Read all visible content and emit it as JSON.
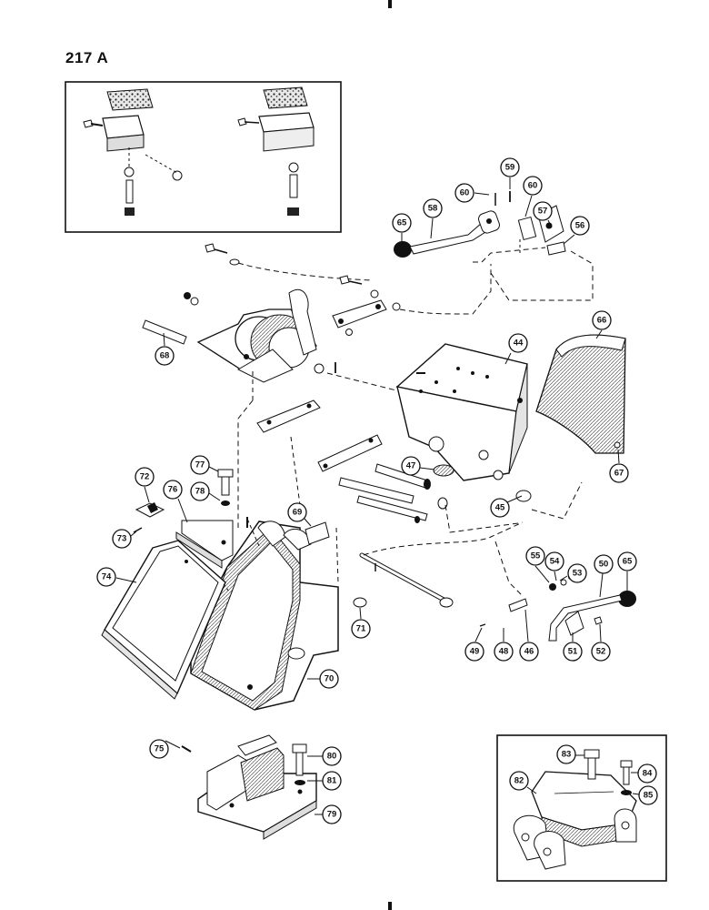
{
  "page": {
    "number": "217 A"
  },
  "callouts": {
    "c44": "44",
    "c45": "45",
    "c46": "46",
    "c47": "47",
    "c48": "48",
    "c49": "49",
    "c50": "50",
    "c51": "51",
    "c52": "52",
    "c53": "53",
    "c54": "54",
    "c55": "55",
    "c56": "56",
    "c57": "57",
    "c58": "58",
    "c59": "59",
    "c60": "60",
    "c60b": "60",
    "c65": "65",
    "c65b": "65",
    "c66": "66",
    "c67": "67",
    "c68": "68",
    "c69": "69",
    "c70": "70",
    "c71": "71",
    "c72": "72",
    "c73": "73",
    "c74": "74",
    "c75": "75",
    "c76": "76",
    "c77": "77",
    "c78": "78",
    "c79": "79",
    "c80": "80",
    "c81": "81",
    "c82": "82",
    "c83": "83",
    "c84": "84",
    "c85": "85"
  },
  "colors": {
    "ink": "#111111",
    "paper": "#ffffff"
  }
}
